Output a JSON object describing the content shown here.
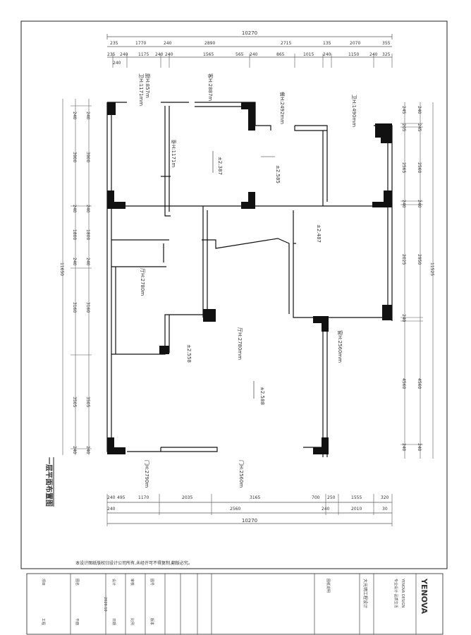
{
  "title": "一层平面布置图",
  "header_note": "",
  "dims": {
    "top_total": "10270",
    "top_row1": [
      "235",
      "1770",
      "240",
      "2890",
      "2715",
      "135",
      "2070",
      "355"
    ],
    "top_row2": [
      "235",
      "240",
      "1175",
      "240",
      "240",
      "1565",
      "565",
      "240",
      "865",
      "1015",
      "240",
      "1150",
      "240",
      "325"
    ],
    "top_extra": "240",
    "left": [
      "240",
      "3900",
      "240",
      "1800",
      "240",
      "3160",
      "",
      "3505",
      "",
      "240"
    ],
    "left_total": "11650",
    "right": [
      "240",
      "245",
      "2560",
      "240",
      "2950",
      "",
      "4560",
      "",
      "240"
    ],
    "right_total": "11525",
    "right_inner": [
      "245",
      "205",
      "2565",
      "240",
      "2025",
      "240",
      "4560",
      "240"
    ],
    "bottom_row1": [
      "240",
      "495",
      "1170",
      "2035",
      "3165",
      "700",
      "250",
      "1555",
      "320"
    ],
    "bottom_row2": [
      "240",
      "2560",
      "240",
      "2010",
      "30"
    ],
    "bottom_total": "10270"
  },
  "room_labels": {
    "r1": "厨H:857m",
    "r2": "客H:2887m",
    "r3": "卫H:1490mm",
    "r4": "餐H:2492mm",
    "r5": "厅H:2780mm",
    "r6": "卧H:1171m",
    "r7": "门H:2560m",
    "r8": "卫H:1171mm",
    "r9": "厅H:2780m",
    "r10": "门H:2790m",
    "r11": "窗H:2560mm"
  },
  "levels": [
    "±2.387",
    "±2.585",
    "±2.487",
    "±2.558",
    "±2.588"
  ],
  "footer": {
    "company_note": "本设计图纸版权归设计公司所有,未经许可不得复制,翻版必究。",
    "brand": "YENOVA",
    "cols": [
      {
        "a": "项目",
        "b": "",
        "c": "工程"
      },
      {
        "a": "图名",
        "b": "",
        "c": "平面"
      },
      {
        "a": "设计",
        "b": "2020.10",
        "c": "日期"
      },
      {
        "a": "审核",
        "b": "",
        "c": "比例"
      },
      {
        "a": "图号",
        "b": "",
        "c": "版本"
      }
    ],
    "mid1": "大光明工程设计",
    "mid2": "图纸说明",
    "right1": "专业设计·品质生活",
    "right2": "YENOVA DESIGN"
  }
}
